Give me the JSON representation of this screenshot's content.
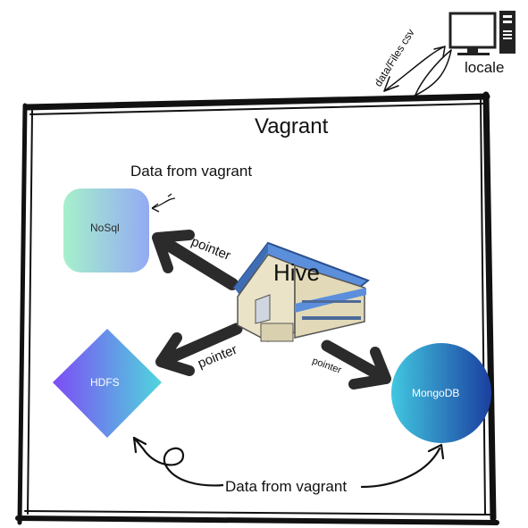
{
  "diagram": {
    "title": "Vagrant",
    "locale_label": "locale",
    "files_label": "data/Files csv",
    "data_top": "Data from vagrant",
    "data_bottom": "Data from vagrant",
    "hive_label": "Hive",
    "pointer_labels": [
      "pointer",
      "pointer",
      "pointer"
    ],
    "nodes": {
      "nosql": "NoSql",
      "hdfs": "HDFS",
      "mongodb": "MongoDB"
    }
  },
  "colors": {
    "frame": "#111111",
    "arrow": "#2b2b2b",
    "nosql_from": "#a6f0cc",
    "nosql_to": "#93aaf3",
    "hdfs_from": "#7d4cf5",
    "hdfs_to": "#4fd6dc",
    "mongo_from": "#41c7e0",
    "mongo_to": "#1b3fa0",
    "hive_roof": "#5b8fdc",
    "hive_wall": "#e9e2c8"
  },
  "icons": [
    "computer-icon",
    "warehouse-icon"
  ]
}
